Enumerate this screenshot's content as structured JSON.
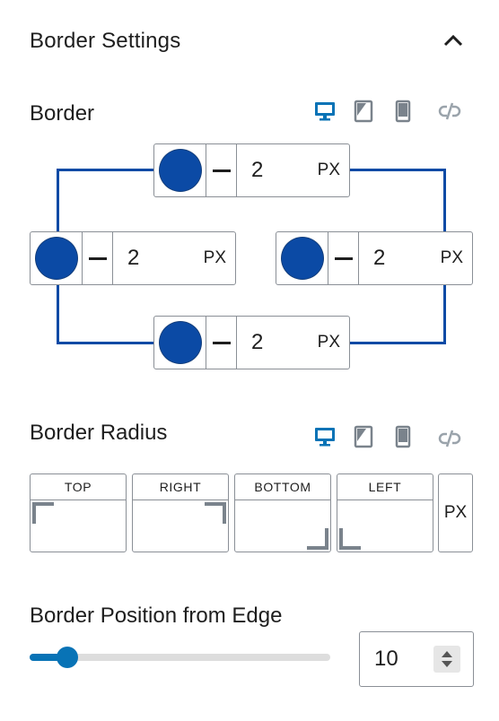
{
  "panel": {
    "title": "Border Settings",
    "collapse_icon": "chevron-up-icon"
  },
  "border": {
    "label": "Border",
    "devices": [
      "desktop-icon",
      "tablet-icon",
      "mobile-icon"
    ],
    "link_icon": "unlink-icon",
    "color": "#0b4aa5",
    "sides": {
      "top": {
        "value": "2",
        "unit": "PX"
      },
      "left": {
        "value": "2",
        "unit": "PX"
      },
      "right": {
        "value": "2",
        "unit": "PX"
      },
      "bottom": {
        "value": "2",
        "unit": "PX"
      }
    }
  },
  "border_radius": {
    "label": "Border Radius",
    "corners": [
      "TOP",
      "RIGHT",
      "BOTTOM",
      "LEFT"
    ],
    "unit": "PX"
  },
  "position": {
    "label": "Border Position from Edge",
    "value": "10",
    "slider_fraction": 0.125,
    "accent": "#0873b6"
  }
}
